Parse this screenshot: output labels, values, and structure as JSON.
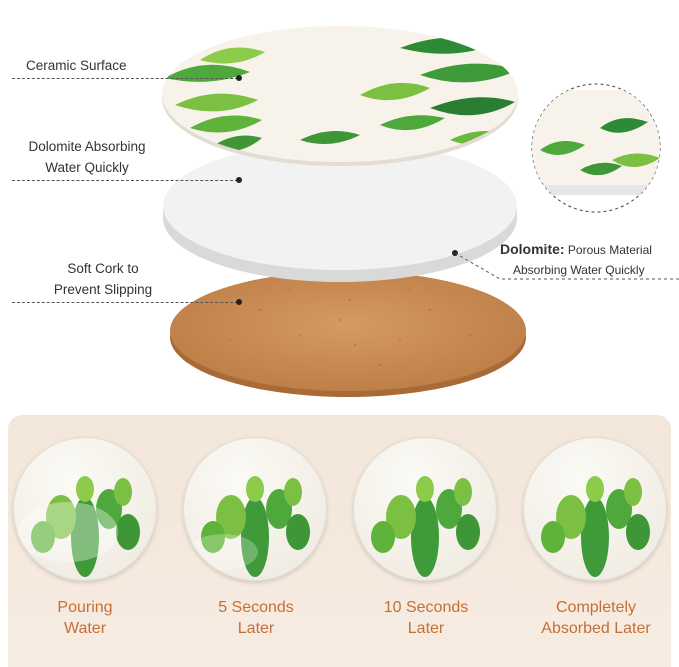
{
  "layers": {
    "ceramic_label": "Ceramic Surface",
    "dolomite_label_line1": "Dolomite Absorbing",
    "dolomite_label_line2": "Water Quickly",
    "cork_label_line1": "Soft Cork to",
    "cork_label_line2": "Prevent Slipping"
  },
  "callout": {
    "title": "Dolomite:",
    "line1_rest": " Porous Material",
    "line2": "Absorbing Water Quickly"
  },
  "steps": [
    {
      "line1": "Pouring",
      "line2": "Water"
    },
    {
      "line1": "5 Seconds",
      "line2": "Later"
    },
    {
      "line1": "10 Seconds",
      "line2": "Later"
    },
    {
      "line1": "Completely",
      "line2": "Absorbed Later"
    }
  ],
  "colors": {
    "accent": "#c46f37",
    "cork": "#c98a52",
    "leaf": "#3f9a3a",
    "panel": "#f3e6da"
  }
}
